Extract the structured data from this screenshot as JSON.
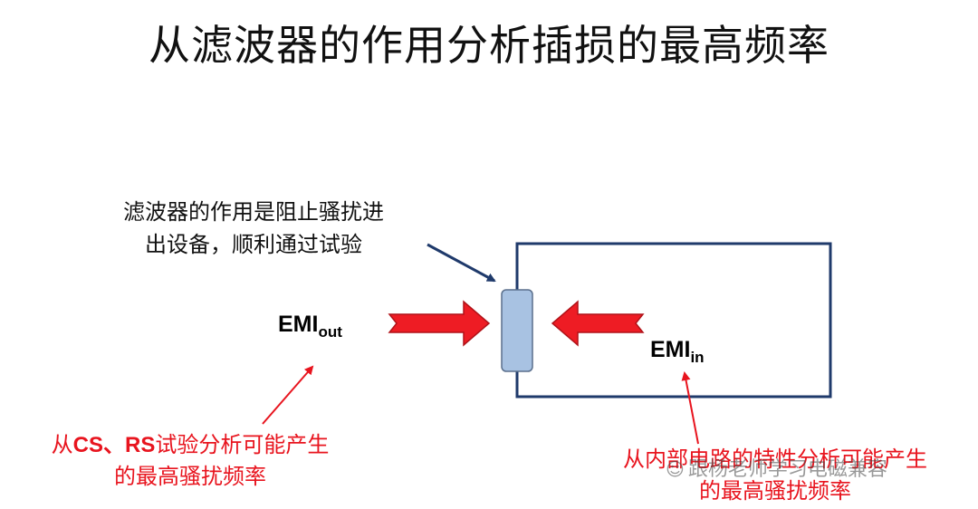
{
  "title": "从滤波器的作用分析插损的最高频率",
  "note_line1": "滤波器的作用是阻止骚扰进",
  "note_line2": "出设备，顺利通过试验",
  "emi_out": {
    "main": "EMI",
    "sub": "out"
  },
  "emi_in": {
    "main": "EMI",
    "sub": "in"
  },
  "left_note": {
    "prefix": "从",
    "bold": "CS、RS",
    "suffix": "试验分析可能产生",
    "line2": "的最高骚扰频率"
  },
  "right_note": {
    "line1": "从内部电路的特性分析可能产生",
    "line2": "的最高骚扰频率"
  },
  "watermark": "跟杨老师学习电磁兼容",
  "colors": {
    "box": "#1f3a6b",
    "filter": "#a8c2e2",
    "arrow_fill": "#ee1c24",
    "arrow_edge": "#b01218",
    "red_text": "#e8141e",
    "navy_arrow": "#1f3a6b"
  }
}
